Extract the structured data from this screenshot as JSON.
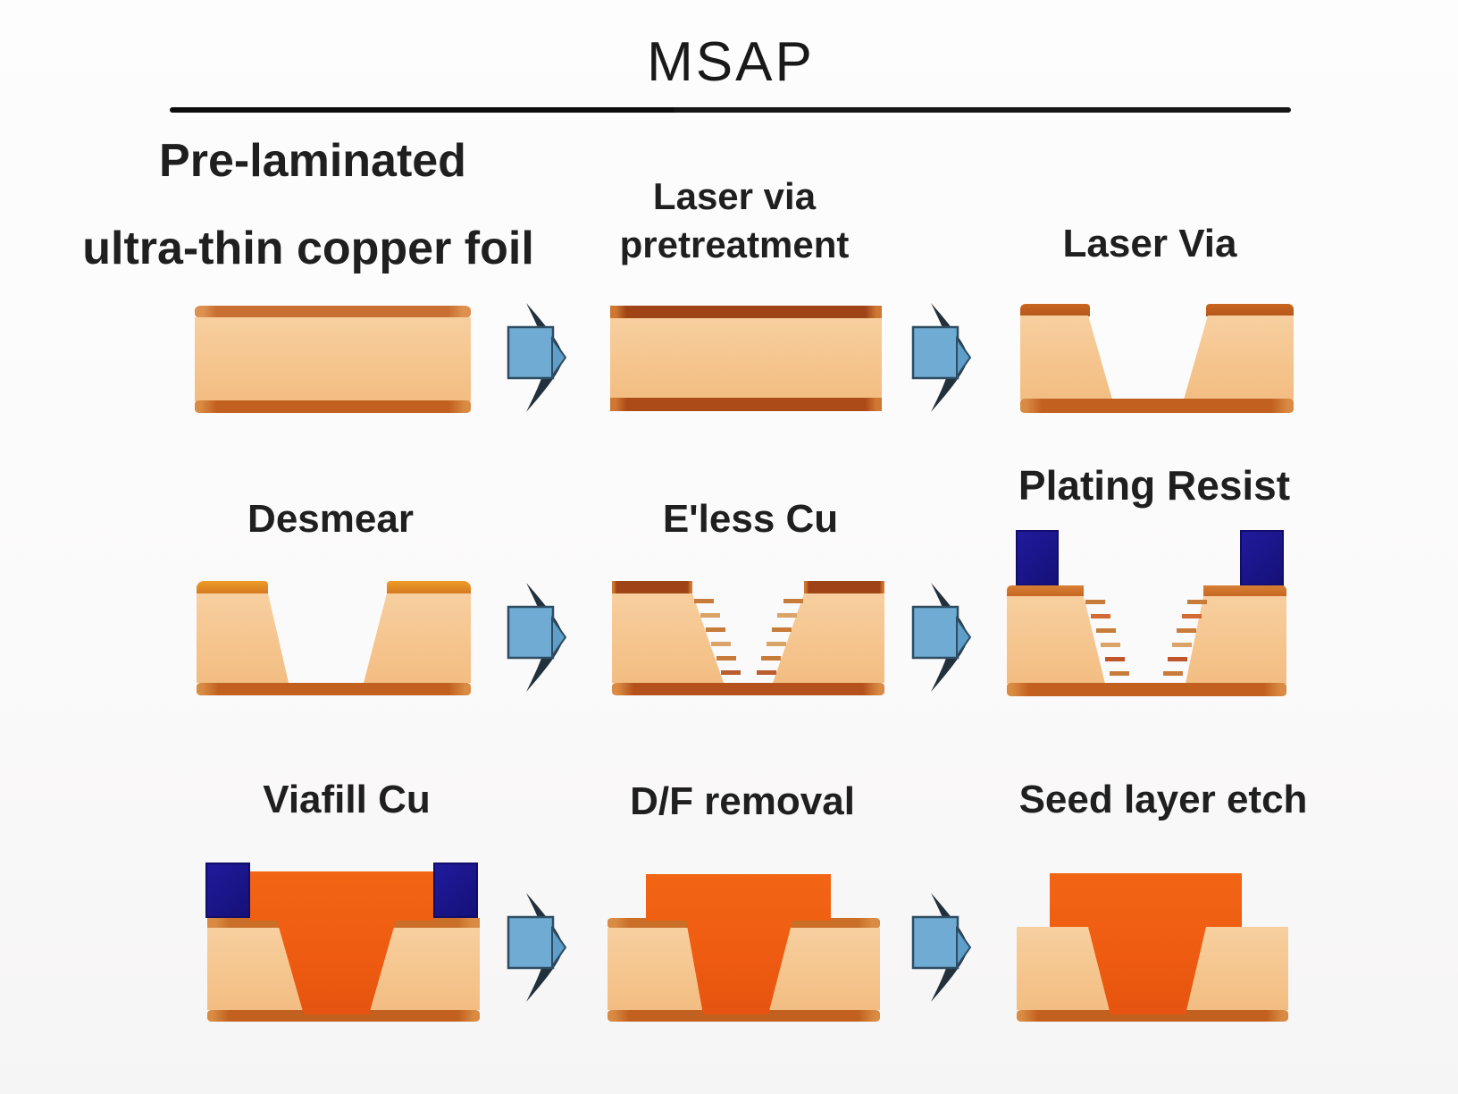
{
  "title": "MSAP",
  "steps": [
    {
      "id": 1,
      "label_line1": "Pre-laminated",
      "label_line2": "ultra-thin copper foil"
    },
    {
      "id": 2,
      "label_line1": "Laser via",
      "label_line2": "pretreatment"
    },
    {
      "id": 3,
      "label": "Laser Via"
    },
    {
      "id": 4,
      "label": "Desmear"
    },
    {
      "id": 5,
      "label": "E'less Cu"
    },
    {
      "id": 6,
      "label": "Plating Resist"
    },
    {
      "id": 7,
      "label": "Viafill Cu"
    },
    {
      "id": 8,
      "label": "D/F removal"
    },
    {
      "id": 9,
      "label": "Seed layer etch"
    }
  ],
  "icons": [
    {
      "name": "arrow-right-icon",
      "count": 6
    }
  ],
  "colors": {
    "background": "#fdfdfd",
    "text": "#1f1f1f",
    "substrate_tan": "#f5c58e",
    "copper_strip": "#c2601f",
    "copper_strip_dark": "#9e4416",
    "copper_fill": "#ee5b11",
    "plating_resist_navy": "#151076",
    "arrow_blue": "#6fabd3",
    "arrow_dark": "#22303c",
    "divider": "#0c0c0c"
  }
}
